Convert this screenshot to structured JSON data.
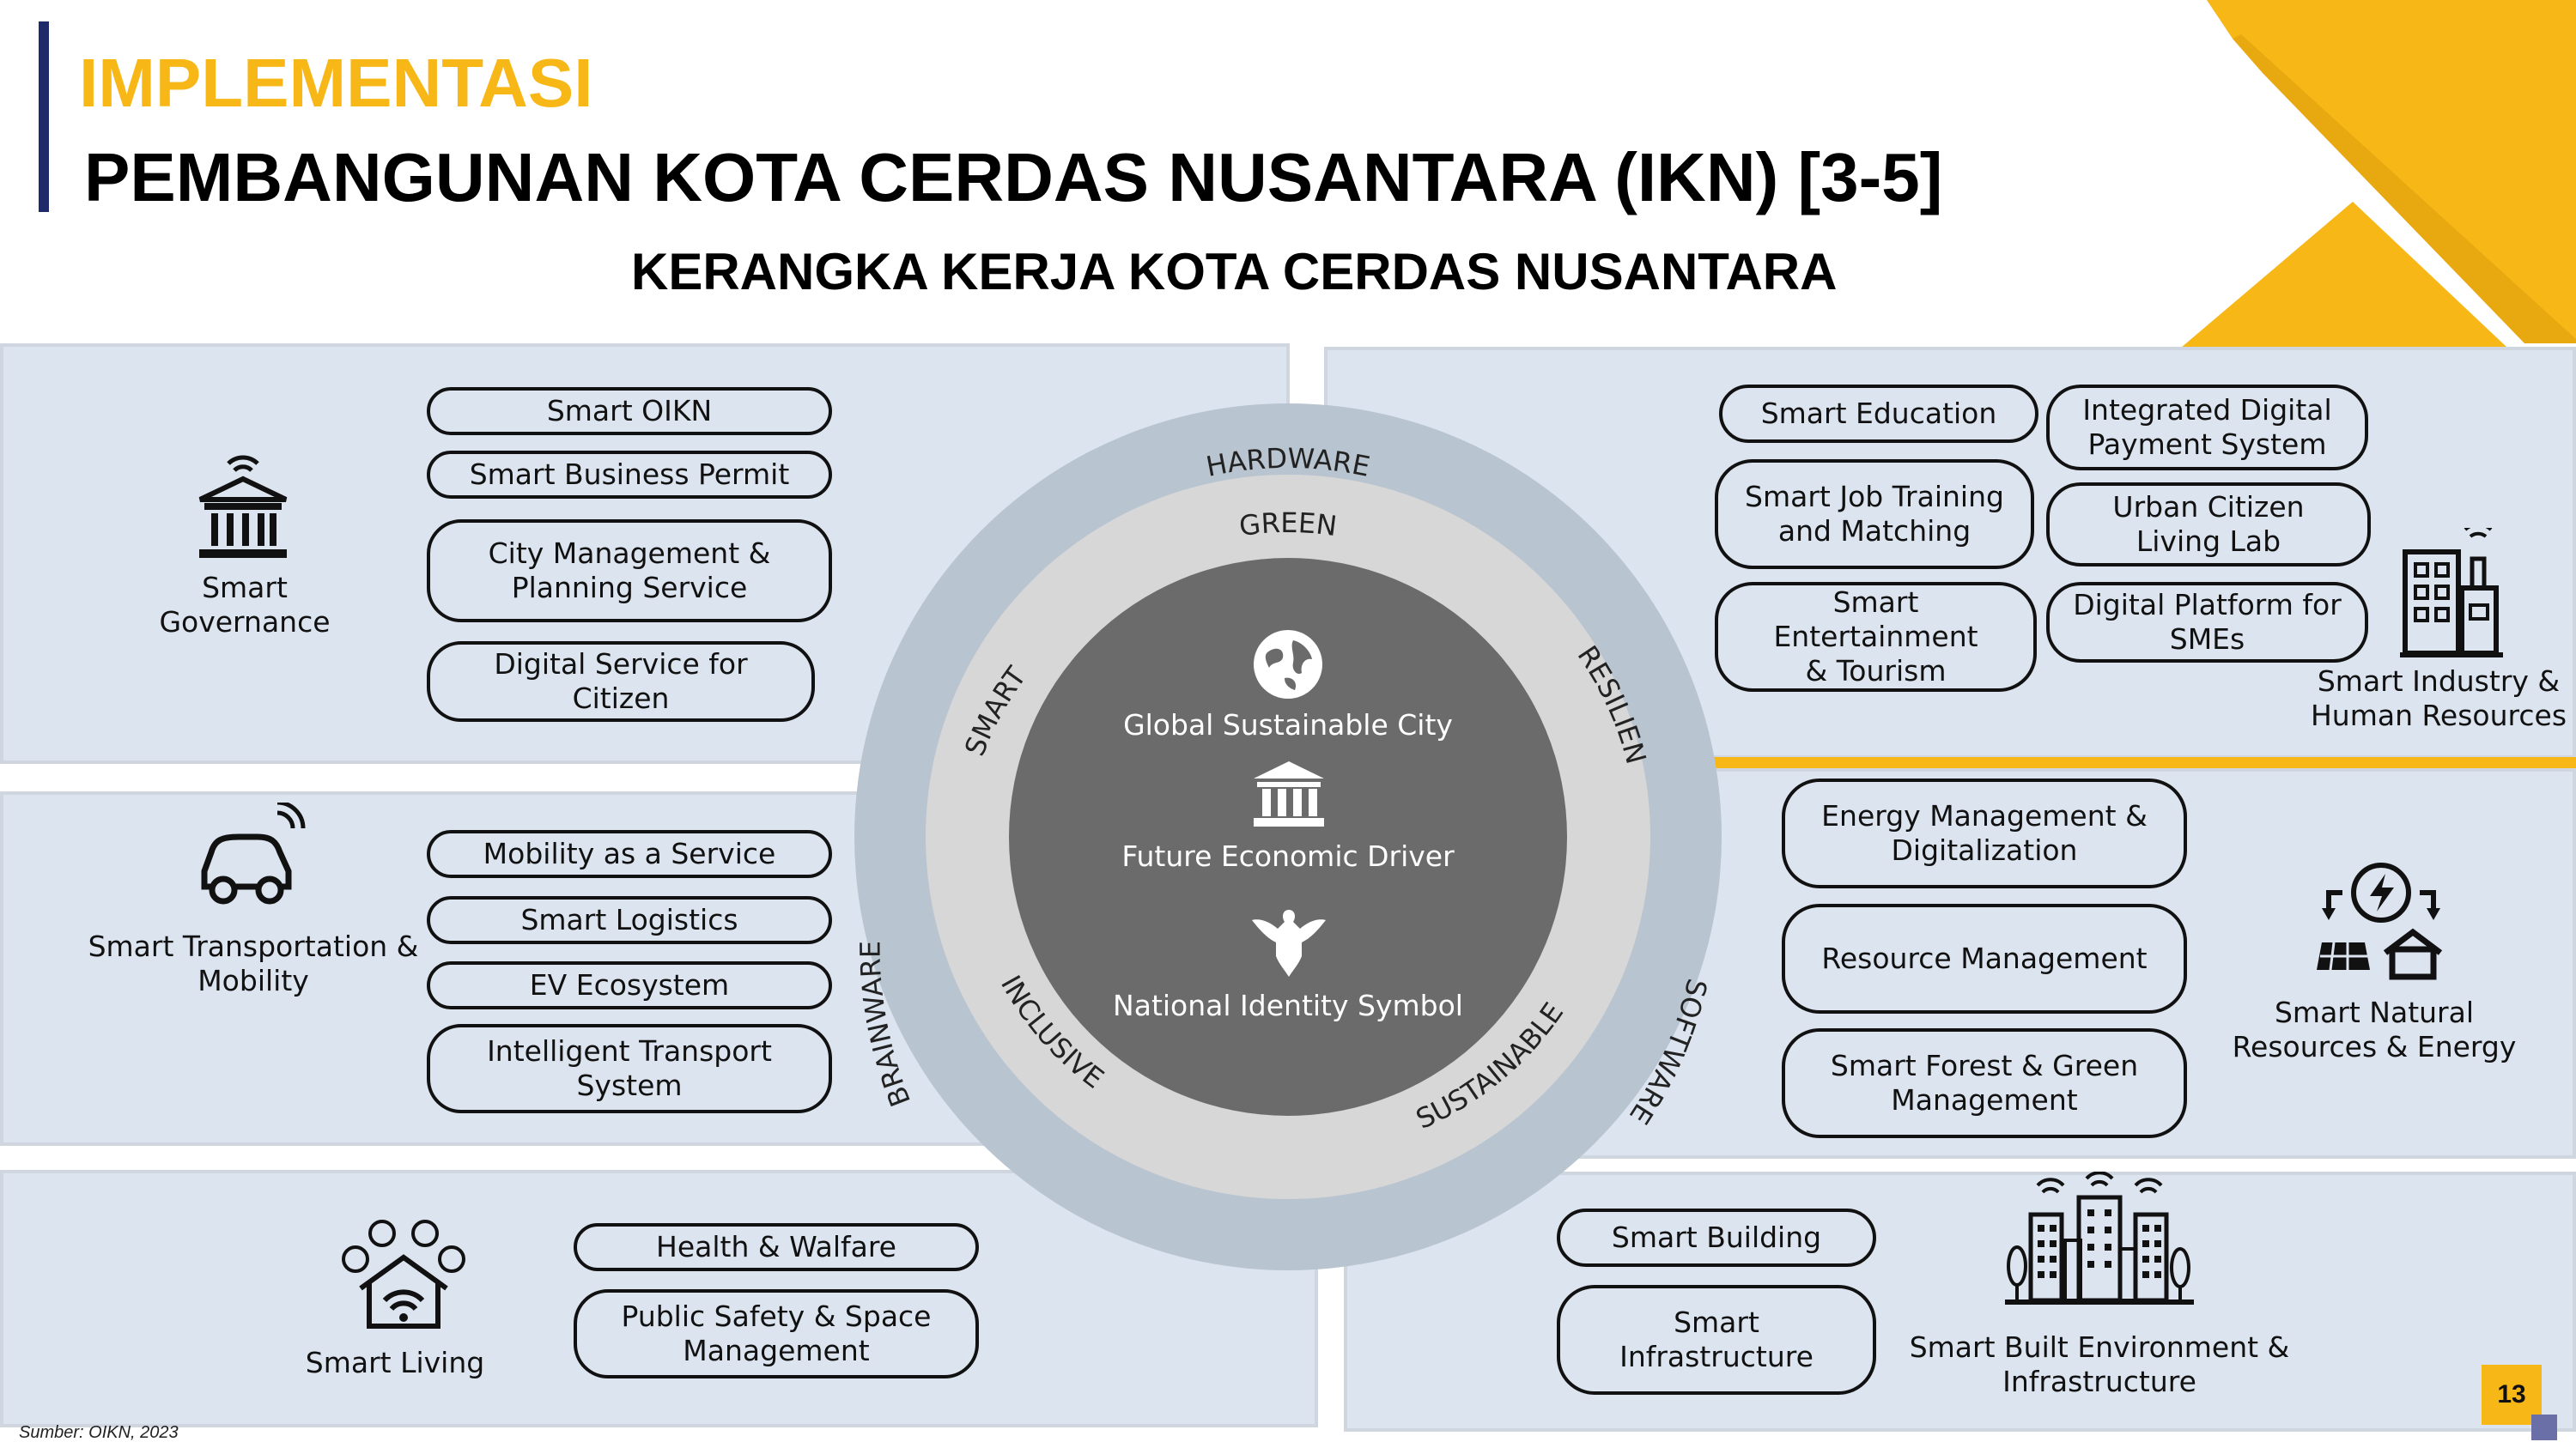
{
  "header": {
    "kicker": "IMPLEMENTASI",
    "title": "PEMBANGUNAN KOTA CERDAS NUSANTARA (IKN) [3-5]",
    "subtitle": "KERANGKA KERJA KOTA CERDAS NUSANTARA"
  },
  "colors": {
    "accent": "#f7b717",
    "navy": "#1f2a6b",
    "panel": "#dce4ef",
    "core": "#6b6b6b"
  },
  "circle": {
    "outer": {
      "top": "HARDWARE",
      "right": "SOFTWARE",
      "left": "BRAINWARE"
    },
    "inner": {
      "top": "GREEN",
      "left": "SMART",
      "right": "RESILIENT",
      "bottom_left": "INCLUSIVE",
      "bottom_right": "SUSTAINABLE"
    },
    "core": [
      "Global Sustainable City",
      "Future Economic Driver",
      "National Identity Symbol"
    ]
  },
  "governance": {
    "label": "Smart\nGovernance",
    "items": [
      "Smart OIKN",
      "Smart Business Permit",
      "City Management &\nPlanning Service",
      "Digital Service for\nCitizen"
    ]
  },
  "transport": {
    "label": "Smart Transportation &\nMobility",
    "items": [
      "Mobility as a Service",
      "Smart Logistics",
      "EV Ecosystem",
      "Intelligent Transport\nSystem"
    ]
  },
  "living": {
    "label": "Smart Living",
    "items": [
      "Health & Walfare",
      "Public Safety & Space\nManagement"
    ]
  },
  "industry": {
    "label": "Smart Industry &\nHuman Resources",
    "items": [
      "Smart Education",
      "Integrated Digital\nPayment System",
      "Smart Job Training\nand Matching",
      "Urban Citizen\nLiving Lab",
      "Smart Entertainment\n& Tourism",
      "Digital Platform for\nSMEs"
    ]
  },
  "natural": {
    "label": "Smart Natural\nResources & Energy",
    "items": [
      "Energy Management &\nDigitalization",
      "Resource Management",
      "Smart Forest & Green\nManagement"
    ]
  },
  "built": {
    "label": "Smart Built Environment &\nInfrastructure",
    "items": [
      "Smart Building",
      "Smart\nInfrastructure"
    ]
  },
  "footer": {
    "source": "Sumber: OIKN, 2023",
    "page": "13"
  },
  "icons": [
    "governance-building-icon",
    "connected-car-icon",
    "smart-home-icon",
    "smart-factory-icon",
    "solar-energy-icon",
    "smart-city-icon",
    "globe-icon",
    "columns-building-icon",
    "garuda-icon"
  ]
}
